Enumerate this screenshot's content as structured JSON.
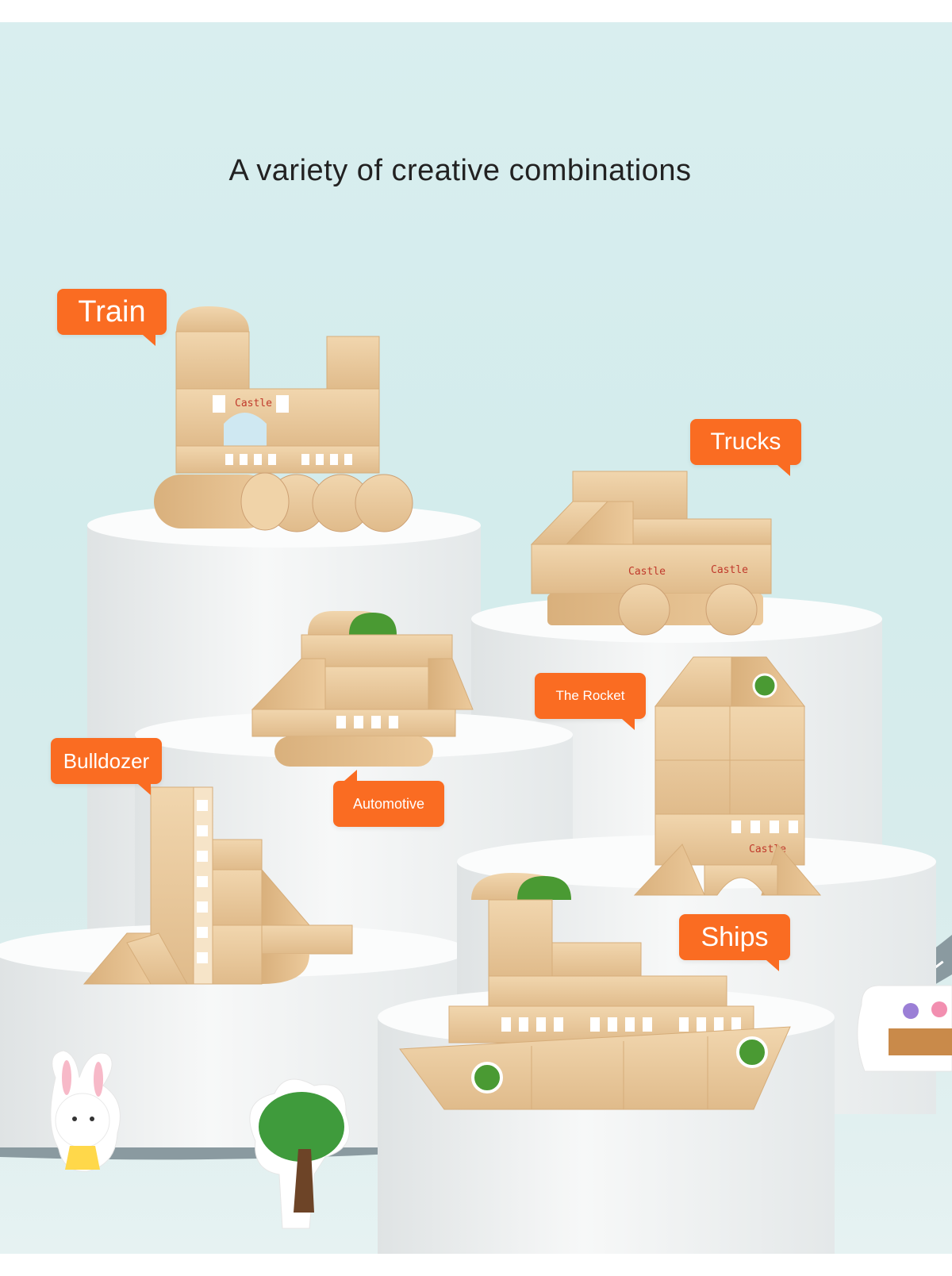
{
  "headline": "A variety of creative combinations",
  "labels": {
    "train": "Train",
    "trucks": "Trucks",
    "rocket": "The Rocket",
    "bulldozer": "Bulldozer",
    "automotive": "Automotive",
    "ships": "Ships"
  },
  "block_text": "Castle",
  "colors": {
    "accent": "#fa6c22",
    "wood": "#e9c89d",
    "podium": "#f3f4f4",
    "background": "#d6eded",
    "window_green": "#4a9a33"
  }
}
